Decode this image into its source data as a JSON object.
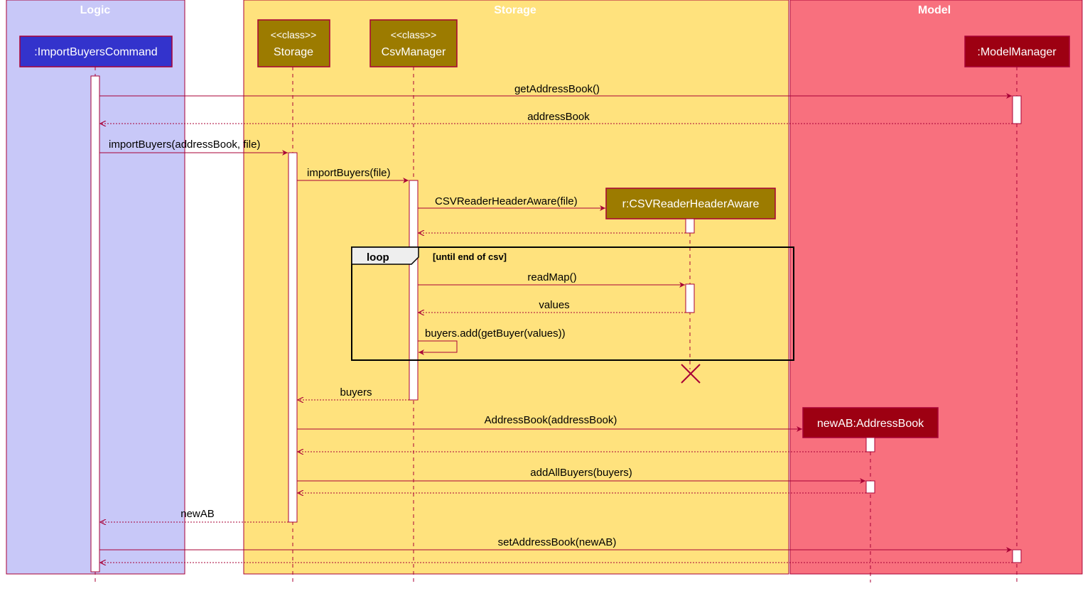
{
  "colors": {
    "logic_box": "#c8c8f8",
    "storage_box": "#ffe27d",
    "model_box": "#f8707e",
    "lifeline": "#a80036",
    "logic_participant": "#3333cc",
    "storage_participant": "#9c7b00",
    "model_participant": "#9d0012"
  },
  "boxes": {
    "logic": "Logic",
    "storage": "Storage",
    "model": "Model"
  },
  "participants": {
    "import_cmd": ":ImportBuyersCommand",
    "storage_stereo": "<<class>>",
    "storage_name": "Storage",
    "csv_stereo": "<<class>>",
    "csv_name": "CsvManager",
    "model_manager": ":ModelManager",
    "reader": "r:CSVReaderHeaderAware",
    "new_ab": "newAB:AddressBook"
  },
  "messages": {
    "get_address_book": "getAddressBook()",
    "address_book": "addressBook",
    "import_buyers_ab": "importBuyers(addressBook, file)",
    "import_buyers_file": "importBuyers(file)",
    "csv_reader_ctor": "CSVReaderHeaderAware(file)",
    "read_map": "readMap()",
    "values": "values",
    "buyers_add": "buyers.add(getBuyer(values))",
    "buyers": "buyers",
    "address_book_ctor": "AddressBook(addressBook)",
    "add_all_buyers": "addAllBuyers(buyers)",
    "new_ab": "newAB",
    "set_address_book": "setAddressBook(newAB)"
  },
  "loop": {
    "label": "loop",
    "guard": "[until end of csv]"
  }
}
